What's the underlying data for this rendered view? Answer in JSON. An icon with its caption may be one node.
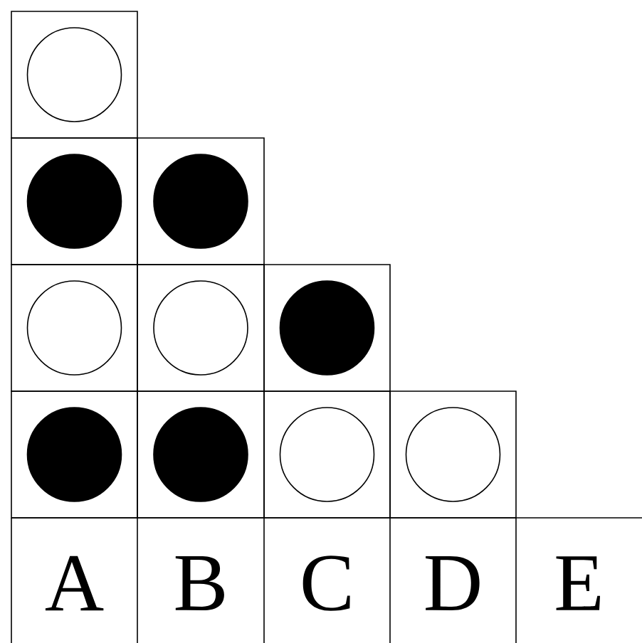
{
  "diagram": {
    "nodes": [
      {
        "text": [],
        "shape": "circle"
      },
      {
        "text": [],
        "shape": "dot"
      },
      {
        "text": [],
        "shape": "dot"
      },
      {
        "text": [],
        "shape": "circle"
      },
      {
        "text": [],
        "shape": "circle"
      },
      {
        "text": [],
        "shape": "dot"
      },
      {
        "text": [],
        "shape": "dot"
      },
      {
        "text": [],
        "shape": "dot"
      },
      {
        "text": [],
        "shape": "circle"
      },
      {
        "text": [],
        "shape": "circle"
      }
    ],
    "labels": [
      "A",
      "B",
      "C",
      "D",
      "E"
    ]
  }
}
